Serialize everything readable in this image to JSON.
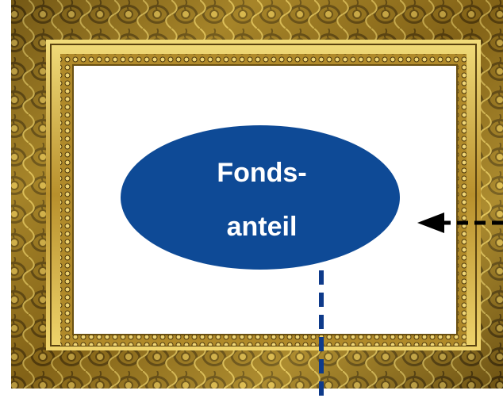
{
  "ellipse": {
    "line1": "Fonds-",
    "line2": "anteil"
  },
  "colors": {
    "ellipse_fill": "#0e4a96",
    "text": "#ffffff",
    "frame_dark": "#3a2a08",
    "frame_mid": "#9a7a1e",
    "frame_light": "#e8cf6a",
    "canvas": "#ffffff",
    "arrow_black": "#000000",
    "line_blue": "#0e3a8a"
  },
  "icons": {
    "frame": "ornate-gold-picture-frame",
    "arrow": "dashed-arrow-left"
  }
}
